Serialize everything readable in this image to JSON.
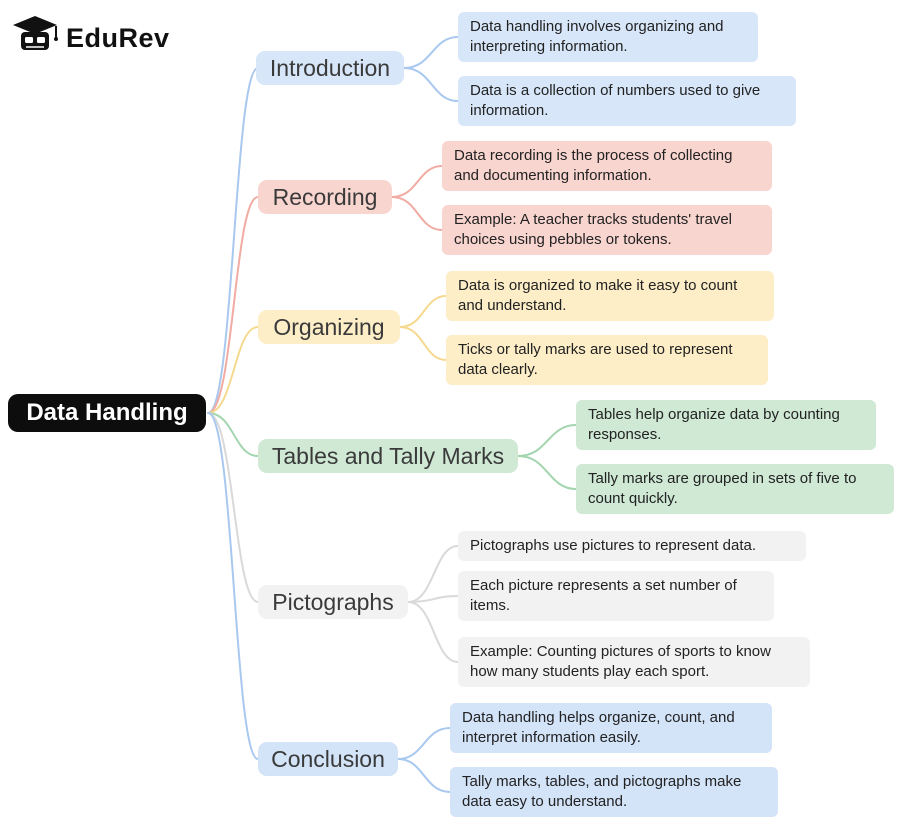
{
  "logo": {
    "brand": "EduRev"
  },
  "root": {
    "label": "Data Handling",
    "bg": "#0d0d0d",
    "text_color": "#ffffff"
  },
  "branches": [
    {
      "id": "introduction",
      "label": "Introduction",
      "color": "#a9c8ef",
      "fill": "#d7e6f9",
      "leaves": [
        "Data handling involves organizing and interpreting information.",
        "Data is a collection of numbers used to give information."
      ]
    },
    {
      "id": "recording",
      "label": "Recording",
      "color": "#f2aba3",
      "fill": "#f9d5d0",
      "leaves": [
        "Data recording is the process of collecting and documenting information.",
        "Example: A teacher tracks students' travel choices using pebbles or tokens."
      ]
    },
    {
      "id": "organizing",
      "label": "Organizing",
      "color": "#f4d98e",
      "fill": "#fdeec8",
      "leaves": [
        "Data is organized to make it easy to count and understand.",
        "Ticks or tally marks are used to represent data clearly."
      ]
    },
    {
      "id": "tables-and-tally-marks",
      "label": "Tables and Tally Marks",
      "color": "#a3d5af",
      "fill": "#cfe9d5",
      "leaves": [
        "Tables help organize data by counting responses.",
        "Tally marks are grouped in sets of five to count quickly."
      ]
    },
    {
      "id": "pictographs",
      "label": "Pictographs",
      "color": "#d9d9d9",
      "fill": "#f2f2f3",
      "leaves": [
        "Pictographs use pictures to represent data.",
        "Each picture represents a set number of items.",
        "Example: Counting pictures of sports to know how many students play each sport."
      ]
    },
    {
      "id": "conclusion",
      "label": "Conclusion",
      "color": "#a9c8ef",
      "fill": "#d3e3f8",
      "leaves": [
        "Data handling helps organize, count, and interpret information easily.",
        "Tally marks, tables, and pictographs make data easy to understand."
      ]
    }
  ]
}
